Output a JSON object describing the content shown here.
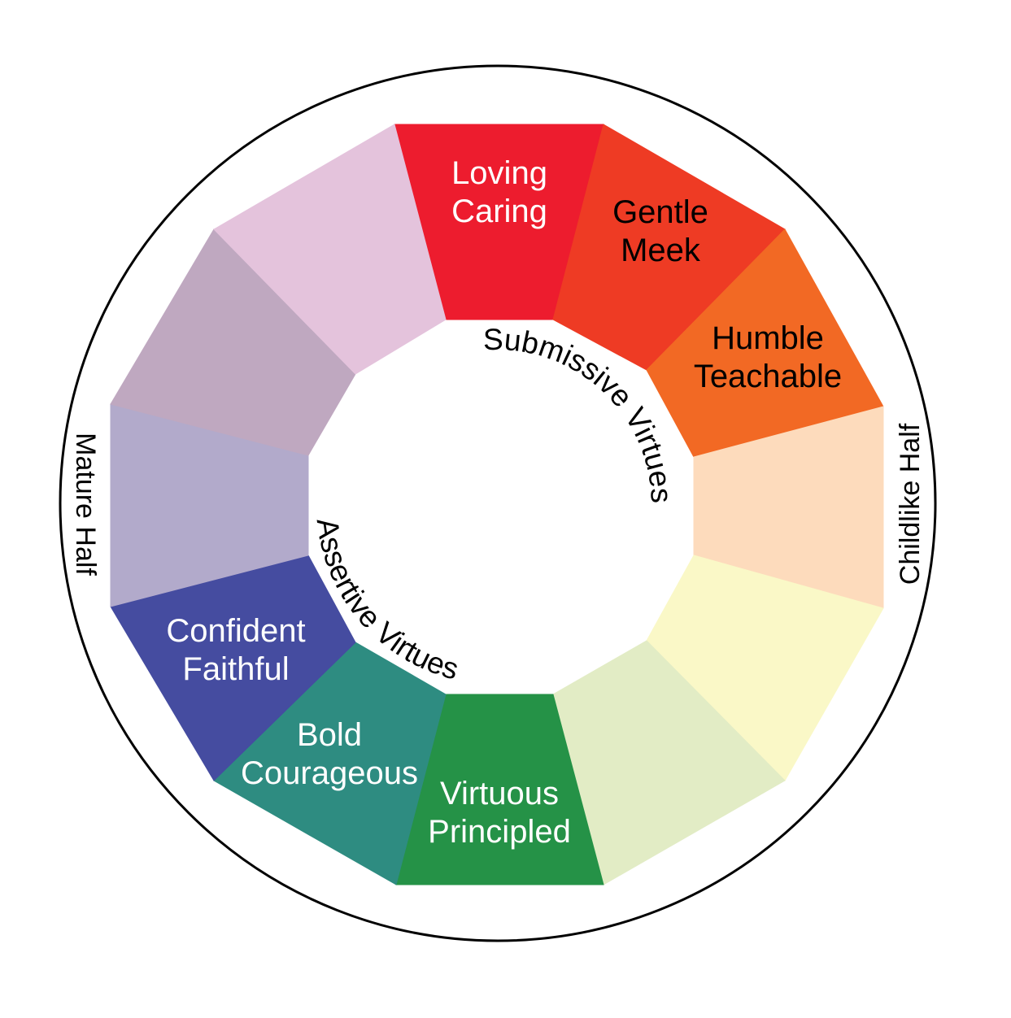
{
  "segments": [
    {
      "id": "loving",
      "color": "#ED1C2E",
      "lines": [
        "Loving",
        "Caring"
      ],
      "text_color": "#ffffff"
    },
    {
      "id": "gentle",
      "color": "#EE3B24",
      "lines": [
        "Gentle",
        "Meek"
      ],
      "text_color": "#000000"
    },
    {
      "id": "humble",
      "color": "#F26924",
      "lines": [
        "Humble",
        "Teachable"
      ],
      "text_color": "#000000"
    },
    {
      "id": "peach",
      "color": "#FDDBBC",
      "lines": []
    },
    {
      "id": "pale-yellow",
      "color": "#FAF8C7",
      "lines": []
    },
    {
      "id": "pale-green",
      "color": "#E2ECC5",
      "lines": []
    },
    {
      "id": "virtuous",
      "color": "#259247",
      "lines": [
        "Virtuous",
        "Principled"
      ],
      "text_color": "#ffffff"
    },
    {
      "id": "bold",
      "color": "#2E8C81",
      "lines": [
        "Bold",
        "Courageous"
      ],
      "text_color": "#ffffff"
    },
    {
      "id": "confident",
      "color": "#454CA0",
      "lines": [
        "Confident",
        "Faithful"
      ],
      "text_color": "#ffffff"
    },
    {
      "id": "lavender",
      "color": "#B2AACB",
      "lines": []
    },
    {
      "id": "mauve",
      "color": "#BFA8C0",
      "lines": []
    },
    {
      "id": "pink",
      "color": "#E4C3DC",
      "lines": []
    }
  ],
  "inner_labels": {
    "submissive": "Submissive Virtues",
    "assertive": "Assertive Virtues"
  },
  "halves": {
    "childlike": "Childlike Half",
    "mature": "Mature Half"
  }
}
